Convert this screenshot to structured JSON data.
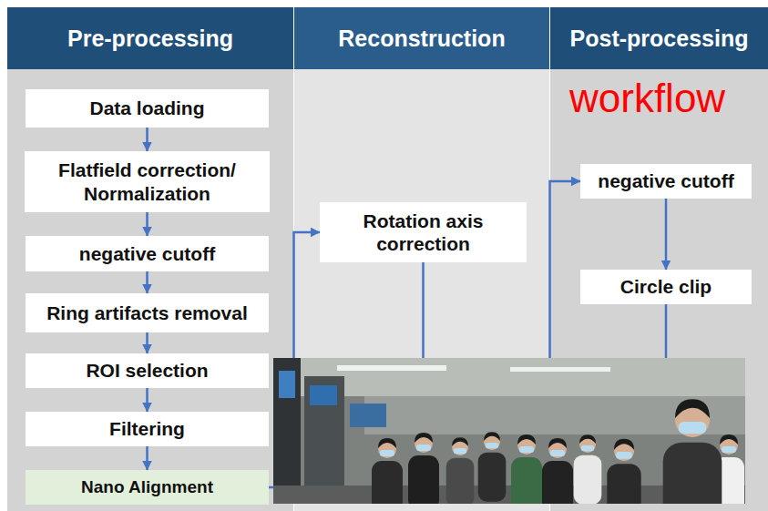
{
  "diagram": {
    "nodes": [
      {
        "text": [
          "Pre-processing"
        ]
      },
      {
        "text": [
          "Data loading"
        ],
        "in": 0
      },
      {
        "text": [
          "Flatfield correction/ Normalization"
        ],
        "in": 0
      },
      {
        "text": [
          "negative cutoff"
        ],
        "in": 0
      },
      {
        "text": [
          "Ring artifacts removal"
        ],
        "in": 0
      },
      {
        "text": [
          "ROI selection"
        ],
        "in": 0
      },
      {
        "text": [
          "Filtering"
        ],
        "in": 0
      },
      {
        "text": [
          "Nano Alignment"
        ],
        "in": 0
      },
      {
        "text": [
          "Reconstruction"
        ]
      },
      {
        "text": [
          "Rotation axis correction"
        ],
        "in": 8
      },
      {
        "text": [
          "Post-processing"
        ]
      },
      {
        "text": [
          "negative cutoff"
        ],
        "in": 10
      },
      {
        "text": [
          "Circle clip"
        ],
        "in": 10
      }
    ],
    "edges": [
      {
        "from": 1,
        "to": 2,
        "arrow": "to"
      },
      {
        "from": 2,
        "to": 3,
        "arrow": "to"
      },
      {
        "from": 3,
        "to": 4,
        "arrow": "to"
      },
      {
        "from": 4,
        "to": 5,
        "arrow": "to"
      },
      {
        "from": 5,
        "to": 6,
        "arrow": "to"
      },
      {
        "from": 6,
        "to": 7,
        "arrow": "to"
      },
      {
        "from": 7,
        "to": 9,
        "arrow": "to"
      },
      {
        "from": 9,
        "to": 11,
        "arrow": "to"
      },
      {
        "from": 11,
        "to": 12,
        "arrow": "to"
      }
    ],
    "labels": [
      "workflow"
    ]
  }
}
